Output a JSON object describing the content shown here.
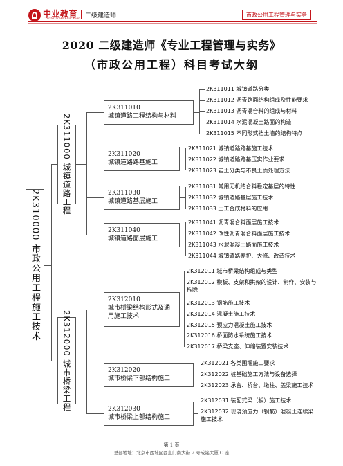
{
  "header": {
    "logo_text": "中业教育",
    "logo_sub": "China Career Education",
    "left_label": "二级建造师",
    "right_label": "市政公用工程管理与实务"
  },
  "title": {
    "line1": "2020 二级建造师《专业工程管理与实务》",
    "line2": "（市政公用工程）科目考试大纲"
  },
  "root": "2K310000 市政公用工程施工技术",
  "sections": [
    {
      "label": "2K311000 城镇道路工程",
      "groups": [
        {
          "code": "2K311010",
          "name": "城镇道路工程结构与材料",
          "items": [
            "2K311011 城镇道路分类",
            "2K311012 沥青路面结构组成及性能要求",
            "2K311013 沥青混合料的组成与材料",
            "2K311014 水泥混凝土路面的构造",
            "2K311015 不同形式挡土墙的结构特点"
          ]
        },
        {
          "code": "2K311020",
          "name": "城镇道路路基施工",
          "items": [
            "2K311021 城镇道路路基施工技术",
            "2K311022 城镇道路路基压实作业要求",
            "2K311023 岩土分类与不良土质处理方法"
          ]
        },
        {
          "code": "2K311030",
          "name": "城镇道路基层施工",
          "items": [
            "2K311031 常用无机结合料稳定基层的特性",
            "2K311032 城镇道路基层施工技术",
            "2K311033 土工合成材料的应用"
          ]
        },
        {
          "code": "2K311040",
          "name": "城镇道路面层施工",
          "items": [
            "2K311041 沥青混合料面层施工技术",
            "2K311042 改性沥青混合料面层施工技术",
            "2K311043 水泥混凝土路面施工技术",
            "2K311044 城镇道路养护、大修、改造技术"
          ]
        }
      ]
    },
    {
      "label": "2K312000 城市桥梁工程",
      "groups": [
        {
          "code": "2K312010",
          "name": "城市桥梁结构形式及通用施工技术",
          "items": [
            "2K312011 城市桥梁结构组成与类型",
            "2K312012 模板、支架和拱架的设计、制作、安装与拆除",
            "2K312013 钢筋施工技术",
            "2K312014 混凝土施工技术",
            "2K312015 预应力混凝土施工技术",
            "2K312016 桥面防水系统施工技术",
            "2K312017 桥梁支座、伸缩装置安装技术"
          ]
        },
        {
          "code": "2K312020",
          "name": "城市桥梁下部结构施工",
          "items": [
            "2K312021 各类围堰施工要求",
            "2K312022 桩基础施工方法与设备选择",
            "2K312023 承台、桥台、墩柱、盖梁施工技术"
          ]
        },
        {
          "code": "2K312030",
          "name": "城市桥梁上部结构施工",
          "items": [
            "2K312031 装配式梁（板）施工技术",
            "2K312032 现浇预应力（钢筋）混凝土连续梁施工技术"
          ]
        }
      ]
    }
  ],
  "footer": {
    "page": "第 1 页",
    "address": "总部地址：北京市西城区西直门南大街 2 号成铭大厦 C 座"
  }
}
